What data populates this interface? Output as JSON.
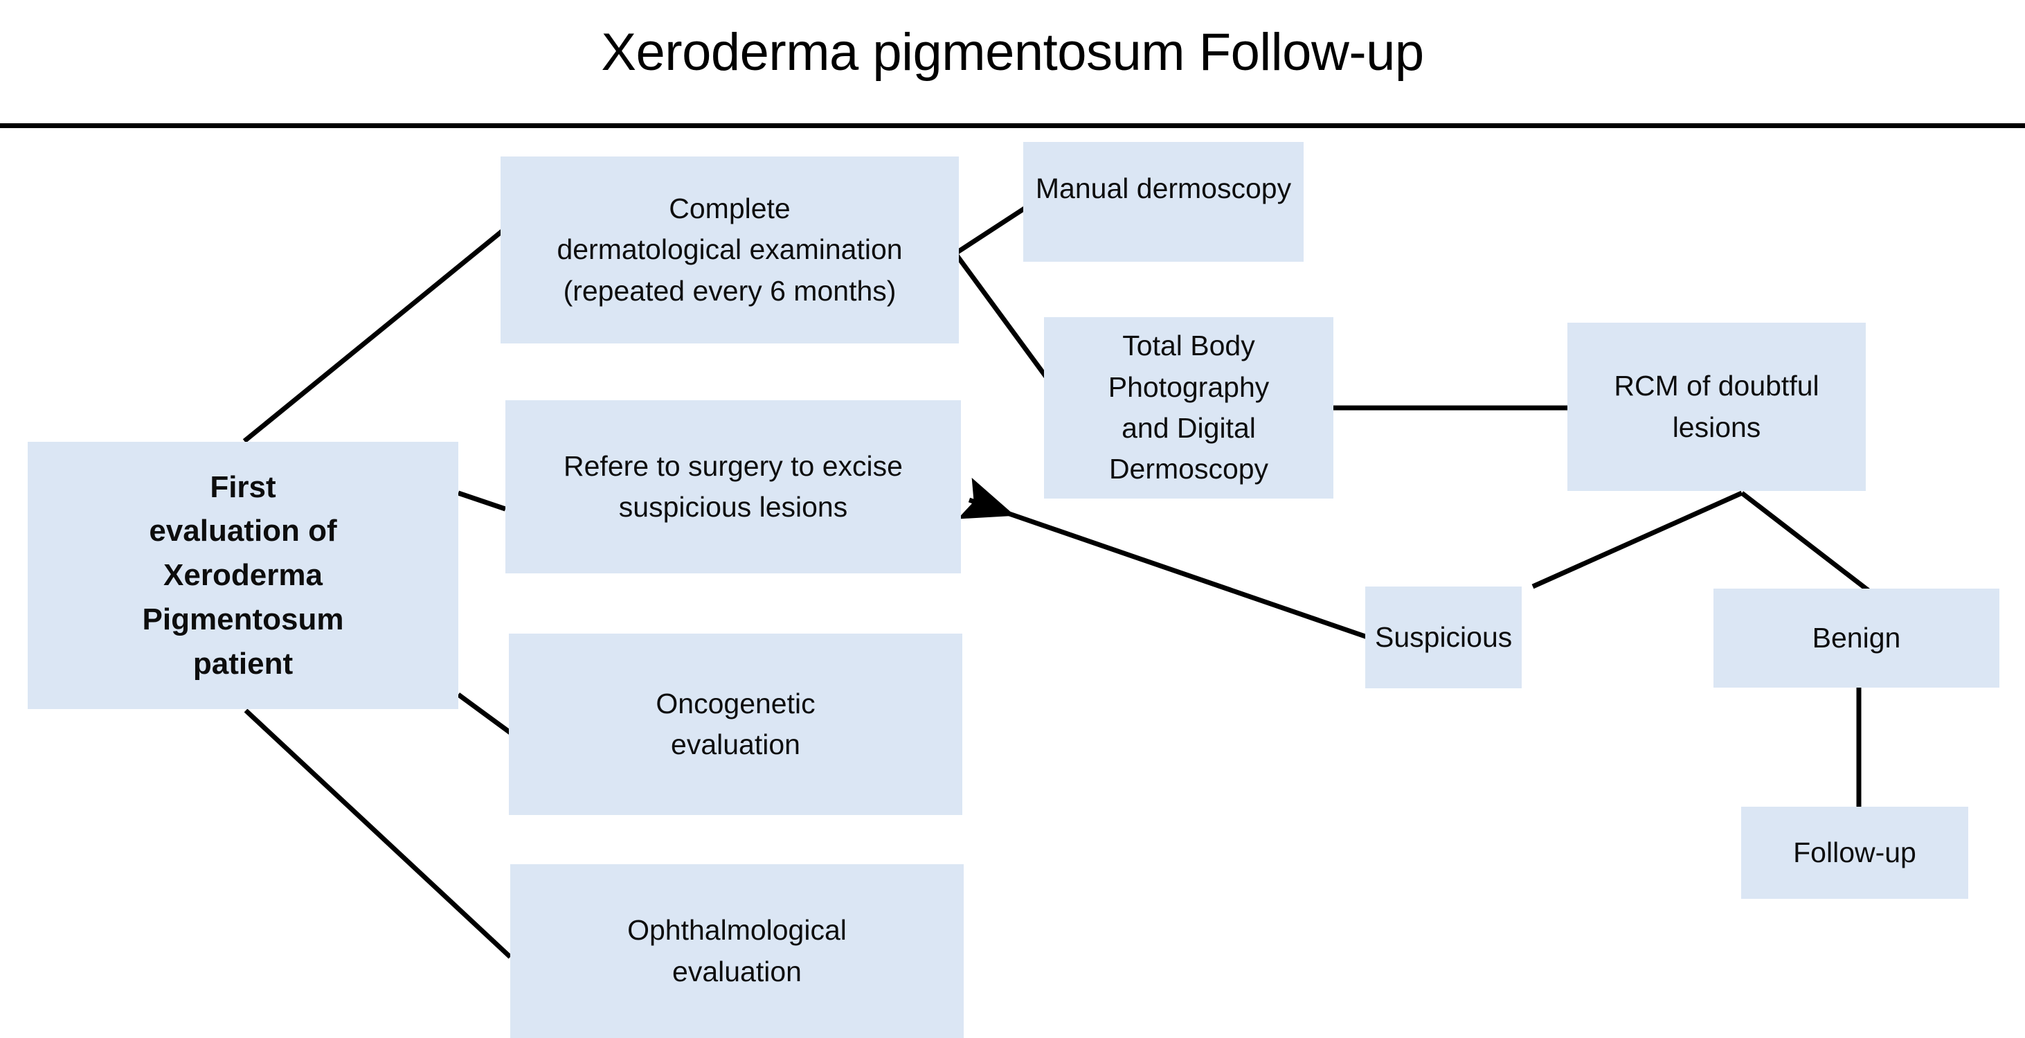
{
  "page": {
    "title": "Xeroderma pigmentosum Follow-up",
    "background_color": "#ffffff",
    "node_fill_color": "#dbe6f4",
    "edge_color": "#000000",
    "text_color": "#0d0d0d"
  },
  "nodes": {
    "root": "First\nevaluation of\nXeroderma\nPigmentosum\npatient",
    "exam": "Complete\ndermatological examination\n(repeated every 6 months)",
    "surgery": "Refere to surgery to excise\nsuspicious lesions",
    "oncogenetic": "Oncogenetic\nevaluation",
    "ophthalmological": "Ophthalmological\nevaluation",
    "manual_dermoscopy": "Manual dermoscopy",
    "total_body_photography": "Total Body Photography\nand Digital Dermoscopy",
    "rcm": "RCM of doubtful\nlesions",
    "suspicious": "Suspicious",
    "benign": "Benign",
    "followup": "Follow-up"
  },
  "edges": [
    {
      "from": "root",
      "to": "exam",
      "kind": "line"
    },
    {
      "from": "root",
      "to": "surgery",
      "kind": "line"
    },
    {
      "from": "root",
      "to": "oncogenetic",
      "kind": "line"
    },
    {
      "from": "root",
      "to": "ophthalmological",
      "kind": "line"
    },
    {
      "from": "exam",
      "to": "manual_dermoscopy",
      "kind": "line"
    },
    {
      "from": "exam",
      "to": "total_body_photography",
      "kind": "line"
    },
    {
      "from": "total_body_photography",
      "to": "rcm",
      "kind": "line"
    },
    {
      "from": "rcm",
      "to": "suspicious",
      "kind": "line"
    },
    {
      "from": "rcm",
      "to": "benign",
      "kind": "line"
    },
    {
      "from": "suspicious",
      "to": "surgery",
      "kind": "arrow"
    },
    {
      "from": "benign",
      "to": "followup",
      "kind": "line"
    }
  ]
}
